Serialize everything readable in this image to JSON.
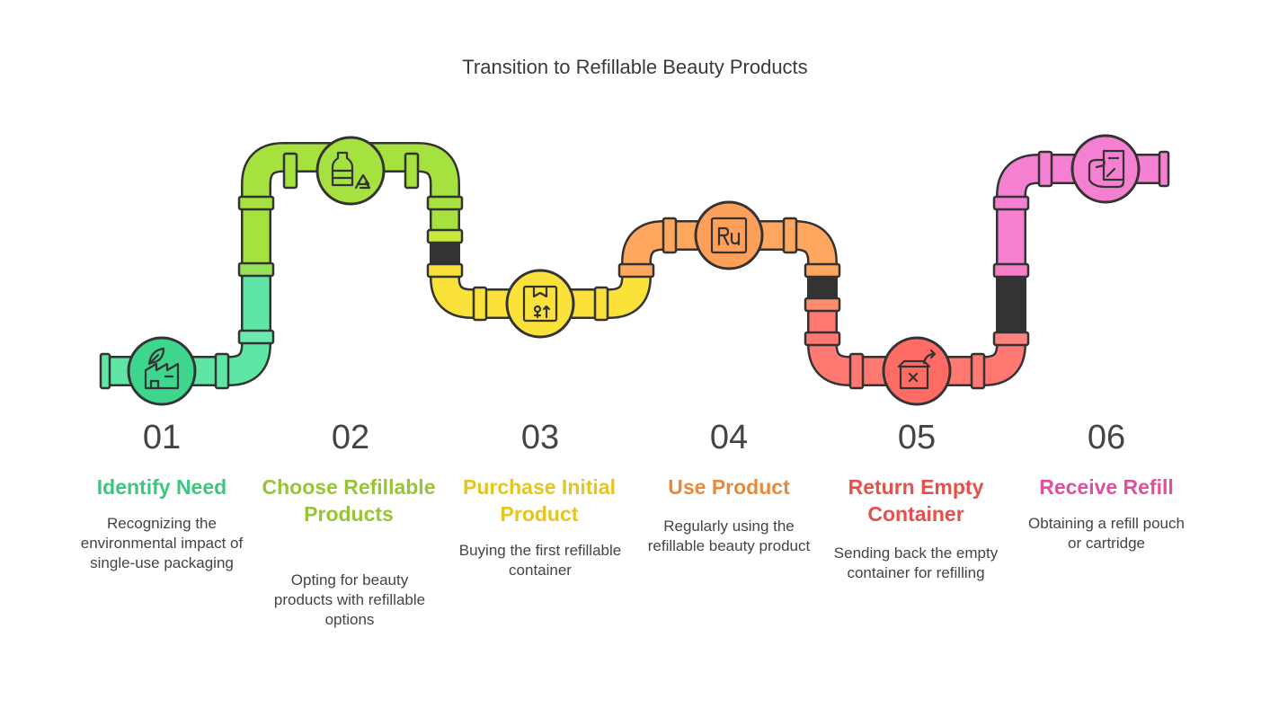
{
  "title": "Transition to Refillable Beauty Products",
  "steps": [
    {
      "number": "01",
      "heading": "Identify Need",
      "description": "Recognizing the environmental impact of single-use packaging",
      "color": "#3ec57f",
      "icon": "factory-leaf-icon"
    },
    {
      "number": "02",
      "heading": "Choose Refillable Products",
      "description": "Opting for beauty products with refillable options",
      "color": "#98c535",
      "icon": "bottle-recycle-icon"
    },
    {
      "number": "03",
      "heading": "Purchase Initial Product",
      "description": "Buying the first refillable container",
      "color": "#e5c51e",
      "icon": "box-purchase-icon"
    },
    {
      "number": "04",
      "heading": "Use Product",
      "description": "Regularly using the refillable beauty product",
      "color": "#e8893a",
      "icon": "cosmetic-element-icon"
    },
    {
      "number": "05",
      "heading": "Return Empty Container",
      "description": "Sending back the empty container for refilling",
      "color": "#e5504c",
      "icon": "return-box-icon"
    },
    {
      "number": "06",
      "heading": "Receive Refill",
      "description": "Obtaining a refill pouch or cartridge",
      "color": "#de4f9e",
      "icon": "refill-pouch-icon"
    }
  ]
}
